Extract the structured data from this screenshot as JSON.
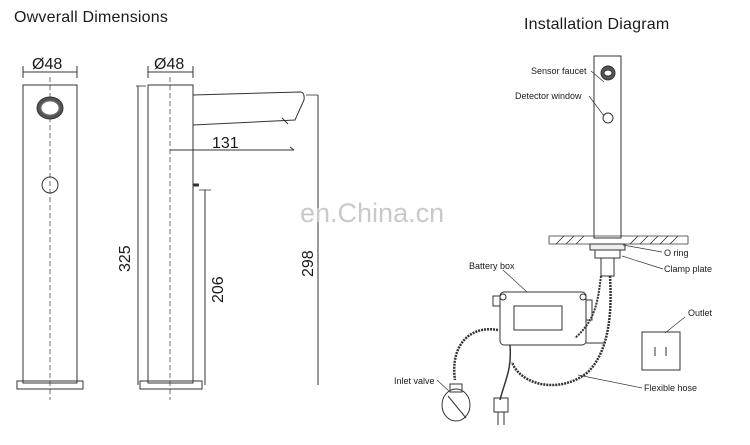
{
  "headings": {
    "overall": "Owverall Dimensions",
    "installation": "Installation Diagram"
  },
  "dimensions": {
    "diameter_front": "Ø48",
    "diameter_side": "Ø48",
    "spout_length": "131",
    "total_height": "325",
    "sensor_height": "206",
    "spout_height": "298"
  },
  "callouts": {
    "sensor_faucet": "Sensor faucet",
    "detector_window": "Detector window",
    "o_ring": "O ring",
    "clamp_plate": "Clamp plate",
    "battery_box": "Battery box",
    "outlet": "Outlet",
    "inlet_valve": "Inlet valve",
    "flexible_hose": "Flexible hose"
  },
  "watermark": "en.China.cn",
  "colors": {
    "line": "#333333",
    "text": "#1a1a1a",
    "watermark": "#c9c9c9"
  }
}
